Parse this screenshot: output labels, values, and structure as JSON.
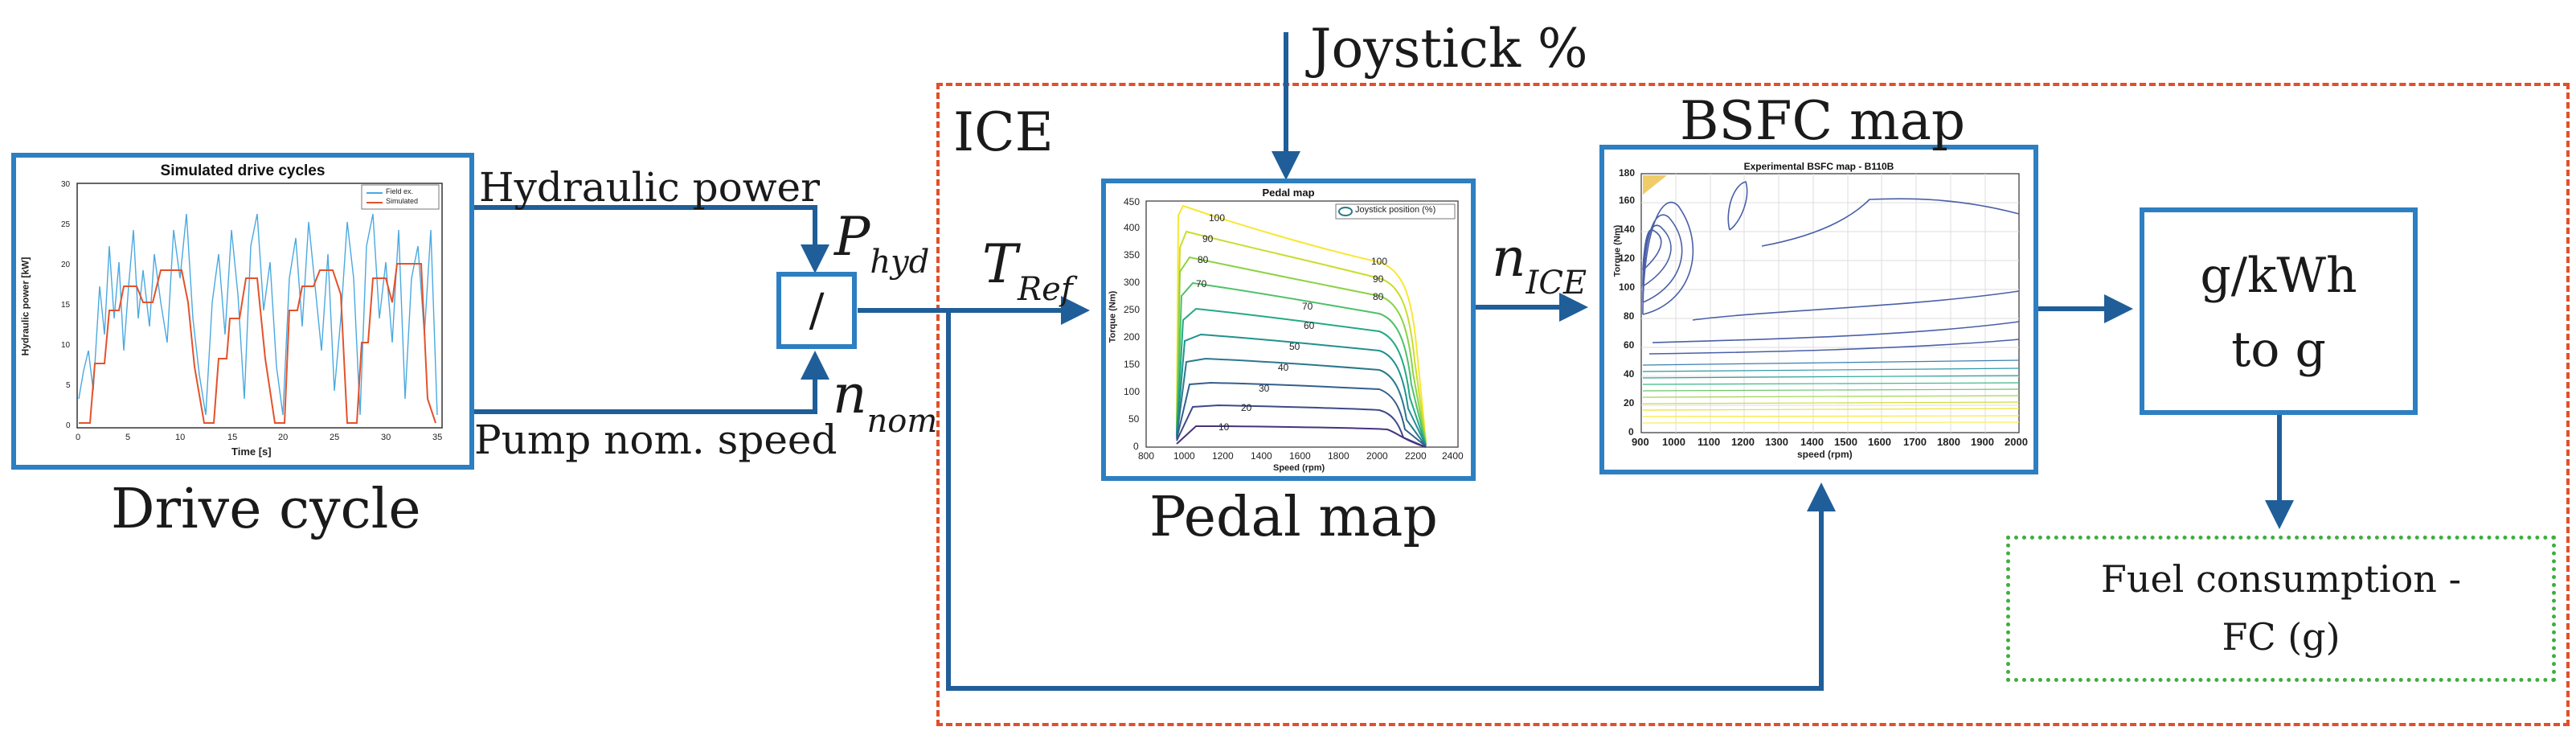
{
  "labels": {
    "joystick": "Joystick %",
    "ice": "ICE",
    "bsfc_map": "BSFC map",
    "hydraulic_power": "Hydraulic power",
    "pump_speed": "Pump nom. speed",
    "drive_cycle": "Drive cycle",
    "pedal_map": "Pedal map",
    "p_main": "P",
    "p_sub": "hyd",
    "n_main": "n",
    "n_sub": "nom",
    "t_main": "T",
    "t_sub": "Ref",
    "nice_main": "n",
    "nice_sub": "ICE",
    "divide": "/",
    "gkwh_line1": "g/kWh",
    "gkwh_line2": "to g",
    "fuel_line1": "Fuel consumption -",
    "fuel_line2": "FC (g)"
  },
  "colors": {
    "block_border": "#2d7fc1",
    "arrow": "#1f5e99",
    "ice_boundary": "#e0502a",
    "fuel_border": "#3fae3f"
  },
  "drive_cycle_plot": {
    "title": "Simulated drive cycles",
    "xlabel": "Time [s]",
    "ylabel": "Hydraulic power [kW]",
    "xticks": [
      "0",
      "5",
      "10",
      "15",
      "20",
      "25",
      "30",
      "35"
    ],
    "yticks": [
      "0",
      "5",
      "10",
      "15",
      "20",
      "25",
      "30"
    ],
    "legend": [
      "Field ex.",
      "Simulated"
    ]
  },
  "pedal_plot": {
    "title": "Pedal map",
    "xlabel": "Speed (rpm)",
    "ylabel": "Torque (Nm)",
    "xticks": [
      "800",
      "1000",
      "1200",
      "1400",
      "1600",
      "1800",
      "2000",
      "2200",
      "2400"
    ],
    "yticks": [
      "0",
      "50",
      "100",
      "150",
      "200",
      "250",
      "300",
      "350",
      "400",
      "450"
    ],
    "legend": "Joystick position (%)",
    "contour_labels": [
      "100",
      "90",
      "80",
      "70",
      "60",
      "50",
      "40",
      "30",
      "20",
      "10"
    ]
  },
  "bsfc_plot": {
    "title": "Experimental BSFC map - B110B",
    "xlabel": "speed (rpm)",
    "ylabel": "Torque (Nm)",
    "xticks": [
      "900",
      "1000",
      "1100",
      "1200",
      "1300",
      "1400",
      "1500",
      "1600",
      "1700",
      "1800",
      "1900",
      "2000"
    ],
    "yticks": [
      "0",
      "20",
      "40",
      "60",
      "80",
      "100",
      "120",
      "140",
      "160",
      "180"
    ]
  }
}
